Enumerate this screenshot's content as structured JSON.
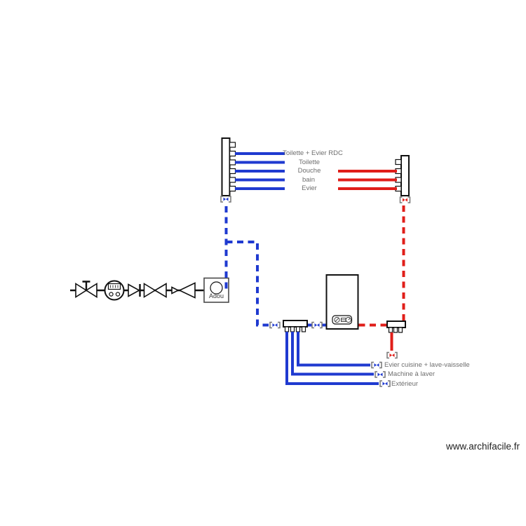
{
  "colors": {
    "cold": "#1f3ad0",
    "hot": "#e01e19",
    "label": "#6e6e6e",
    "line": "#111111",
    "text": "#222222"
  },
  "cold_manifold": {
    "circuits": [
      "Toilette + Evier RDC",
      "Toilette",
      "Douche",
      "bain",
      "Evier"
    ]
  },
  "hot_manifold": {
    "circuits": [
      "Douche",
      "bain",
      "Evier"
    ]
  },
  "supply": {
    "softener_label": "Adou"
  },
  "bottom_manifold": {
    "circuits": [
      "Evier cuisine + lave-vaisselle",
      "Machine à laver",
      "Extérieur"
    ]
  },
  "watermark": "www.archifacile.fr"
}
